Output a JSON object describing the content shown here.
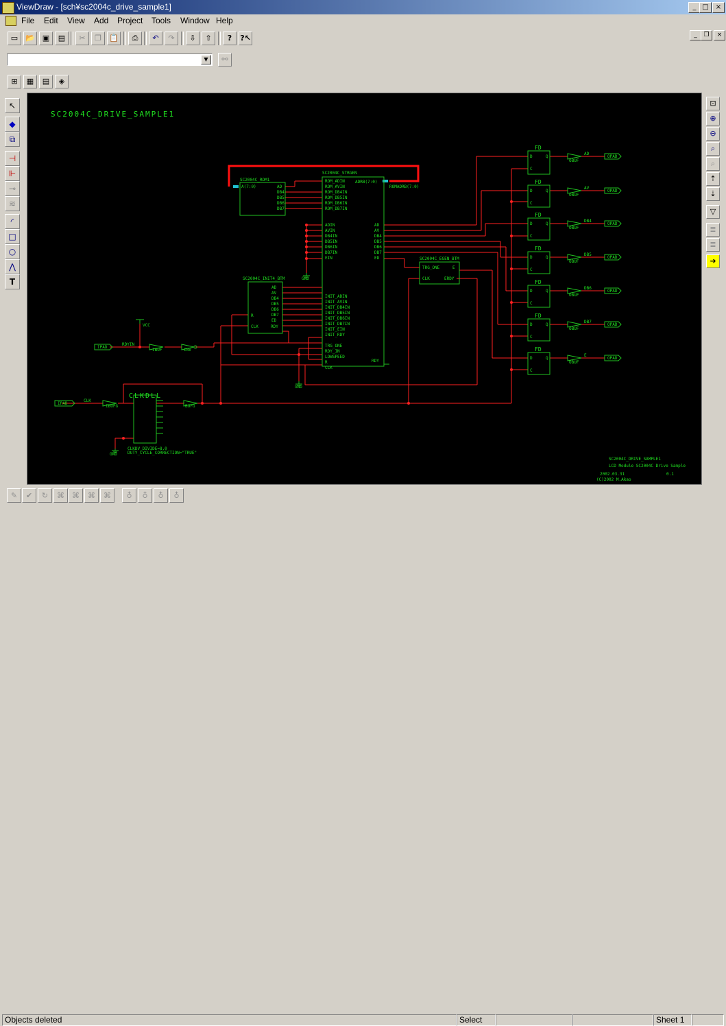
{
  "window": {
    "title": "ViewDraw - [sch¥sc2004c_drive_sample1]",
    "minimize": "_",
    "maximize": "□",
    "close": "×"
  },
  "menu": [
    "File",
    "Edit",
    "View",
    "Add",
    "Project",
    "Tools",
    "Window",
    "Help"
  ],
  "mdi": {
    "minimize": "_",
    "restore": "❐",
    "close": "×"
  },
  "toolbar": {
    "combo_value": "",
    "icons": [
      "new-icon",
      "open-icon",
      "save-icon",
      "save-all-icon",
      "cut-icon",
      "copy-icon",
      "paste-icon",
      "print-icon",
      "undo-icon",
      "redo-icon",
      "push-icon",
      "pop-icon",
      "help-icon",
      "context-help-icon"
    ]
  },
  "schematic": {
    "sheet_title": "SC2004C_DRIVE_SAMPLE1",
    "main_block": "SC2004C_STRGEN",
    "main_pins_left": [
      "ROM_ADIN",
      "ROM_AVIN",
      "ROM_DB4IN",
      "ROM_DB5IN",
      "ROM_DB6IN",
      "ROM_DB7IN",
      "",
      "",
      "ADIN",
      "AVIN",
      "DB4IN",
      "DB5IN",
      "DB6IN",
      "DB7IN",
      "EIN",
      "",
      "",
      "",
      "",
      "",
      "",
      "INIT_ADIN",
      "INIT_AVIN",
      "INIT_DB4IN",
      "INIT_DB5IN",
      "INIT_DB6IN",
      "INIT_DB7IN",
      "INIT_EIN",
      "INIT_RDY",
      "",
      "TRG_ONE",
      "RDY_IN",
      "LOWSPEED",
      "R",
      "CLK"
    ],
    "main_pins_right": [
      "AD",
      "AV",
      "DB4",
      "DB5",
      "DB6",
      "DB7",
      "ED"
    ],
    "main_bus_out": "ADRB(7:0)",
    "main_bus_net": "ROMADRB(7:0)",
    "main_rdy": "RDY",
    "rom_block": "SC2004C_ROM1",
    "rom_bus": "A(7:0)",
    "rom_pins": [
      "AD",
      "DB4",
      "DB5",
      "DB6",
      "DB7"
    ],
    "init_block": "SC2004C_INIT4_BTM",
    "init_pins": [
      "AD",
      "AV",
      "DB4",
      "DB5",
      "DB6",
      "DB7",
      "ED"
    ],
    "init_r": "R",
    "init_clk": "CLK",
    "init_rdy": "RDY",
    "egen_block": "SC2004C_EGEN_BTM",
    "egen_trg": "TRG_ONE",
    "egen_e": "E",
    "egen_clk": "CLK",
    "egen_erdy": "ERDY",
    "clkdll": "CLKDLL",
    "clkdll_attr1": "CLKDV_DIVIDE=8.0",
    "clkdll_attr2": "DUTY_CYCLE_CORRECTION=\"TRUE\"",
    "ipad": "IPAD",
    "ibuf": "IBUF",
    "ibufg": "IBUFG",
    "bufg": "BUFG",
    "inv": "INV",
    "rdyin_net": "RDYIN",
    "clk_net": "CLK",
    "gnd": "GND",
    "vcc": "VCC",
    "fd": "FD",
    "fd_d": "D",
    "fd_q": "Q",
    "fd_c": "C",
    "obuf": "OBUF",
    "opad": "OPAD",
    "outputs": [
      "AD",
      "AV",
      "DB4",
      "DB5",
      "DB6",
      "DB7",
      "E"
    ],
    "titleblock": {
      "name": "SC2004C_DRIVE_SAMPLE1",
      "desc": "LCD Module SC2004C Drive Sample",
      "date": "2002.03.31",
      "rev": "0.1",
      "copy": "(C)2002 M.Akao"
    }
  },
  "status": {
    "message": "Objects deleted",
    "mode": "Select",
    "sheet": "Sheet 1"
  }
}
